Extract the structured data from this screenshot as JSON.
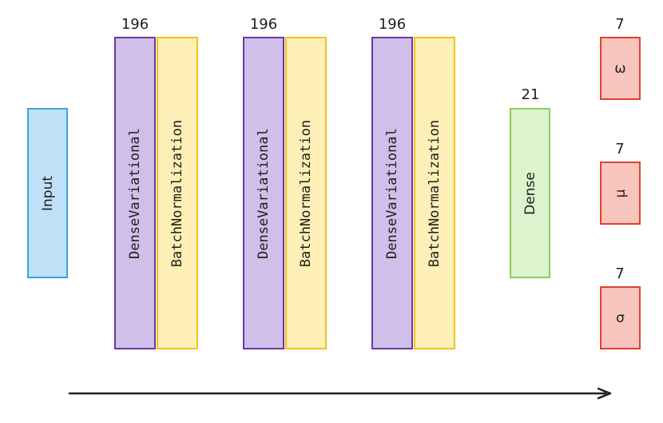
{
  "input": {
    "label": "Input"
  },
  "hidden_layers": [
    {
      "units": "196",
      "dense_label": "DenseVariational",
      "norm_label": "BatchNormalization"
    },
    {
      "units": "196",
      "dense_label": "DenseVariational",
      "norm_label": "BatchNormalization"
    },
    {
      "units": "196",
      "dense_label": "DenseVariational",
      "norm_label": "BatchNormalization"
    }
  ],
  "dense": {
    "units": "21",
    "label": "Dense"
  },
  "outputs": [
    {
      "units": "7",
      "label": "ω"
    },
    {
      "units": "7",
      "label": "μ"
    },
    {
      "units": "7",
      "label": "σ"
    }
  ],
  "colors": {
    "input": "#bfe0f7",
    "dense_variational": "#d0bfe9",
    "batch_normalization": "#fdefb6",
    "dense": "#dcf3cd",
    "outputs": "#f8c5bd"
  }
}
